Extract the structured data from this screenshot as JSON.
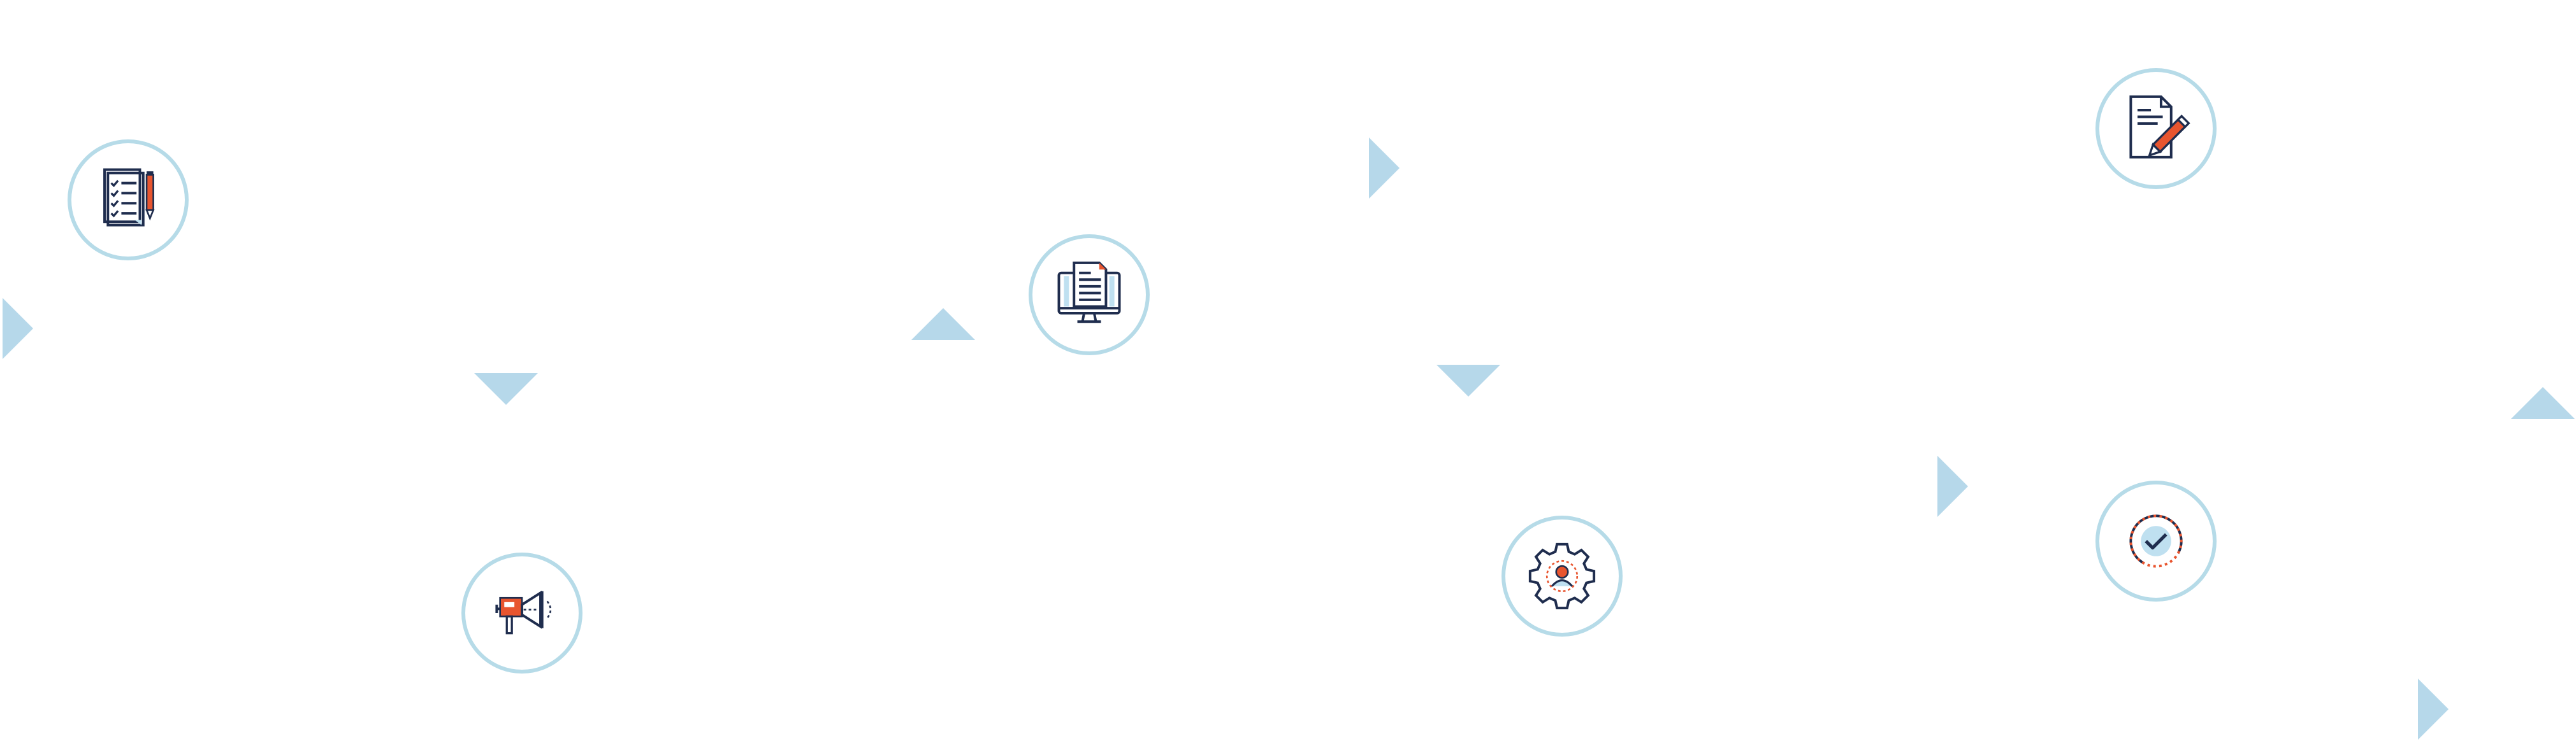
{
  "colors": {
    "ring": "#b6dbe8",
    "arrow": "#b6d8ea",
    "ink": "#1f2d4e",
    "accent": "#e8552f",
    "fill_light": "#bfe0f0"
  },
  "nodes": [
    {
      "icon": "checklist-with-pencil-icon"
    },
    {
      "icon": "megaphone-icon"
    },
    {
      "icon": "monitor-document-icon"
    },
    {
      "icon": "gear-with-user-icon"
    },
    {
      "icon": "document-edit-pencil-icon"
    },
    {
      "icon": "checkmark-circle-icon"
    }
  ],
  "connectors": [
    {
      "direction": "right"
    },
    {
      "direction": "down"
    },
    {
      "direction": "up"
    },
    {
      "direction": "right"
    },
    {
      "direction": "down"
    },
    {
      "direction": "right"
    },
    {
      "direction": "up"
    },
    {
      "direction": "right"
    }
  ]
}
